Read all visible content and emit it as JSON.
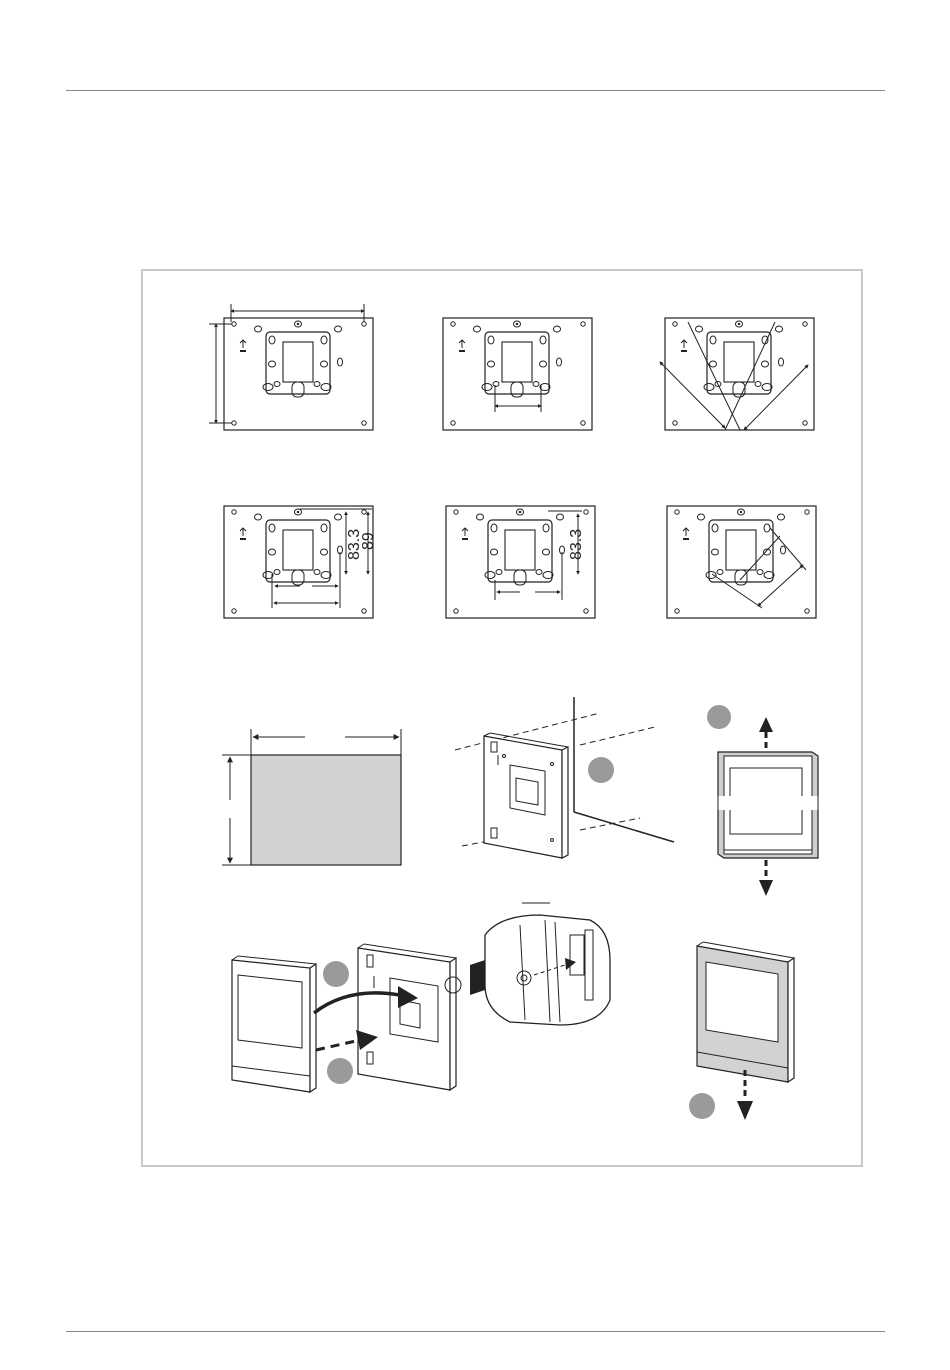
{
  "figure": {
    "dimension_labels": {
      "d1": "83.3",
      "d2": "89",
      "d3": "83.3"
    }
  },
  "colors": {
    "line": "#222222",
    "frame_border": "#c8c8c8",
    "step_marker": "#9a9a9a",
    "fill_gray": "#d2d2d2",
    "page_rule": "#8a8a8a"
  }
}
